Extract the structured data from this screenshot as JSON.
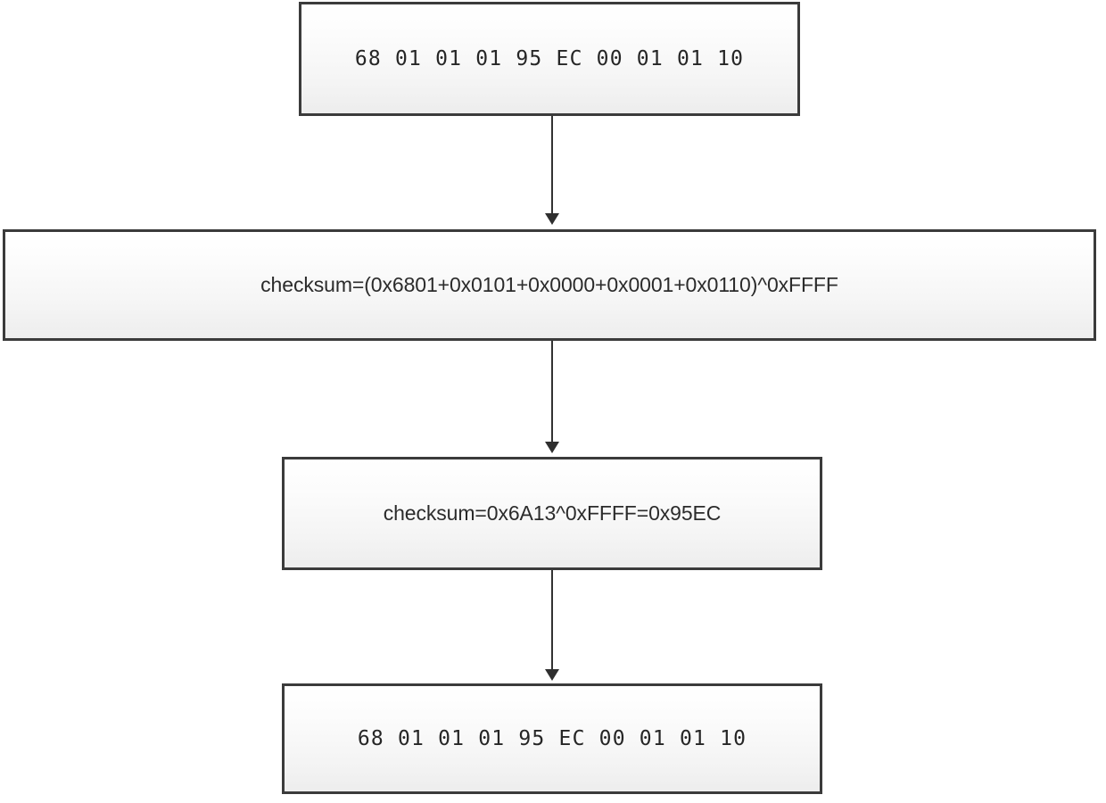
{
  "diagram": {
    "type": "flowchart",
    "orientation": "top-to-bottom",
    "background_color": "#ffffff",
    "border_color": "#3b3b3b",
    "arrow_color": "#333333",
    "nodes": [
      {
        "id": "packet-in",
        "label": "68 01 01 01 95 EC 00 01 01 10",
        "role": "input-frame"
      },
      {
        "id": "formula",
        "label": "checksum=(0x6801+0x0101+0x0000+0x0001+0x0110)^0xFFFF",
        "role": "checksum-formula"
      },
      {
        "id": "result",
        "label": "checksum=0x6A13^0xFFFF=0x95EC",
        "role": "checksum-result"
      },
      {
        "id": "packet-out",
        "label": "68 01 01 01 95 EC 00 01 01 10",
        "role": "output-frame"
      }
    ],
    "edges": [
      {
        "id": "edge-1",
        "from": "packet-in",
        "to": "formula",
        "arrowhead": "filled-triangle"
      },
      {
        "id": "edge-2",
        "from": "formula",
        "to": "result",
        "arrowhead": "filled-triangle"
      },
      {
        "id": "edge-3",
        "from": "result",
        "to": "packet-out",
        "arrowhead": "filled-triangle"
      }
    ]
  }
}
